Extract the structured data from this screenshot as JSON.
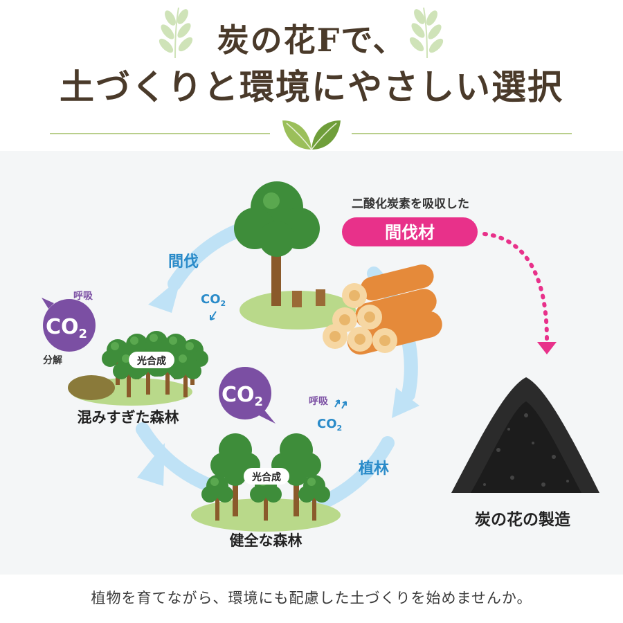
{
  "header": {
    "title_line1": "炭の花Fで、",
    "title_line2": "土づくりと環境にやさしい選択"
  },
  "diagram": {
    "labels": {
      "thinning": "間伐",
      "planting": "植林",
      "respiration": "呼吸",
      "decomposition": "分解",
      "co2": "CO",
      "co2_sub": "2",
      "photosynthesis": "光合成",
      "overcrowded_forest": "混みすぎた森林",
      "healthy_forest": "健全な森林",
      "absorbed_caption": "二酸化炭素を吸収した",
      "thinned_wood": "間伐材",
      "charcoal_production": "炭の花の製造"
    }
  },
  "footer": {
    "caption": "植物を育てながら、環境にも配慮した土づくりを始めませんか。"
  },
  "colors": {
    "title": "#4a3a2a",
    "accent_green": "#b9cf8c",
    "cycle_arrow": "#bfe2f6",
    "co2_purple": "#7b4fa3",
    "co2_blue": "#2a8bc9",
    "pink": "#e8318a",
    "tree_green": "#3e8d3a",
    "wood_orange": "#e58a3a"
  },
  "icons": [
    "leaf-icon",
    "co2-bubble-icon",
    "tree-icon",
    "log-pile-icon",
    "charcoal-pile-icon"
  ]
}
